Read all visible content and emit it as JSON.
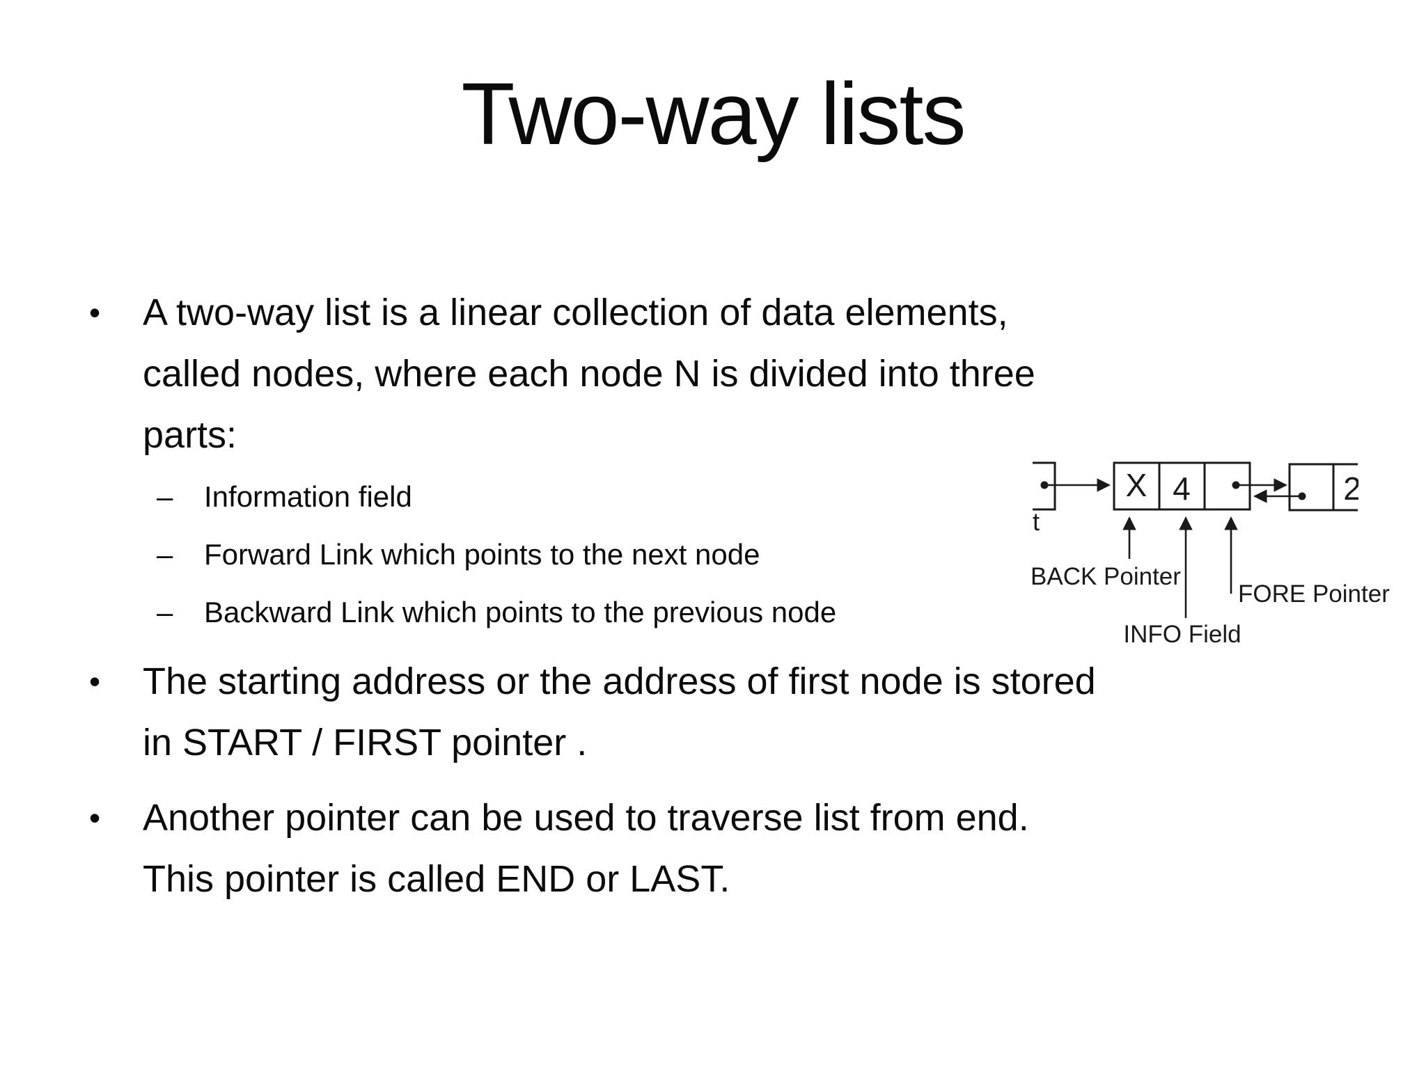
{
  "slide": {
    "title": "Two-way lists",
    "bullet_char": "•",
    "dash_char": "–",
    "bullets": [
      {
        "lines": [
          "A two-way list is a linear collection of data elements,",
          "called nodes, where each node N is divided into three",
          "parts:"
        ]
      },
      {
        "lines": [
          "The starting address or the address of first node is stored",
          "in START / FIRST pointer ."
        ]
      },
      {
        "lines": [
          "Another pointer can be used to traverse list from end.",
          "This pointer is called END or LAST."
        ]
      }
    ],
    "sub_bullets": [
      "Information field",
      "Forward Link which points to the next node",
      "Backward Link which points to the previous node"
    ]
  },
  "diagram": {
    "pointer_label": "t",
    "node1": {
      "back_value": "X",
      "info_value": "4"
    },
    "node2": {
      "info_value_partial": "2"
    },
    "labels": {
      "back": "BACK Pointer",
      "info": "INFO Field",
      "fore": "FORE Pointer"
    },
    "colors": {
      "line": "#1a1a1a"
    }
  }
}
